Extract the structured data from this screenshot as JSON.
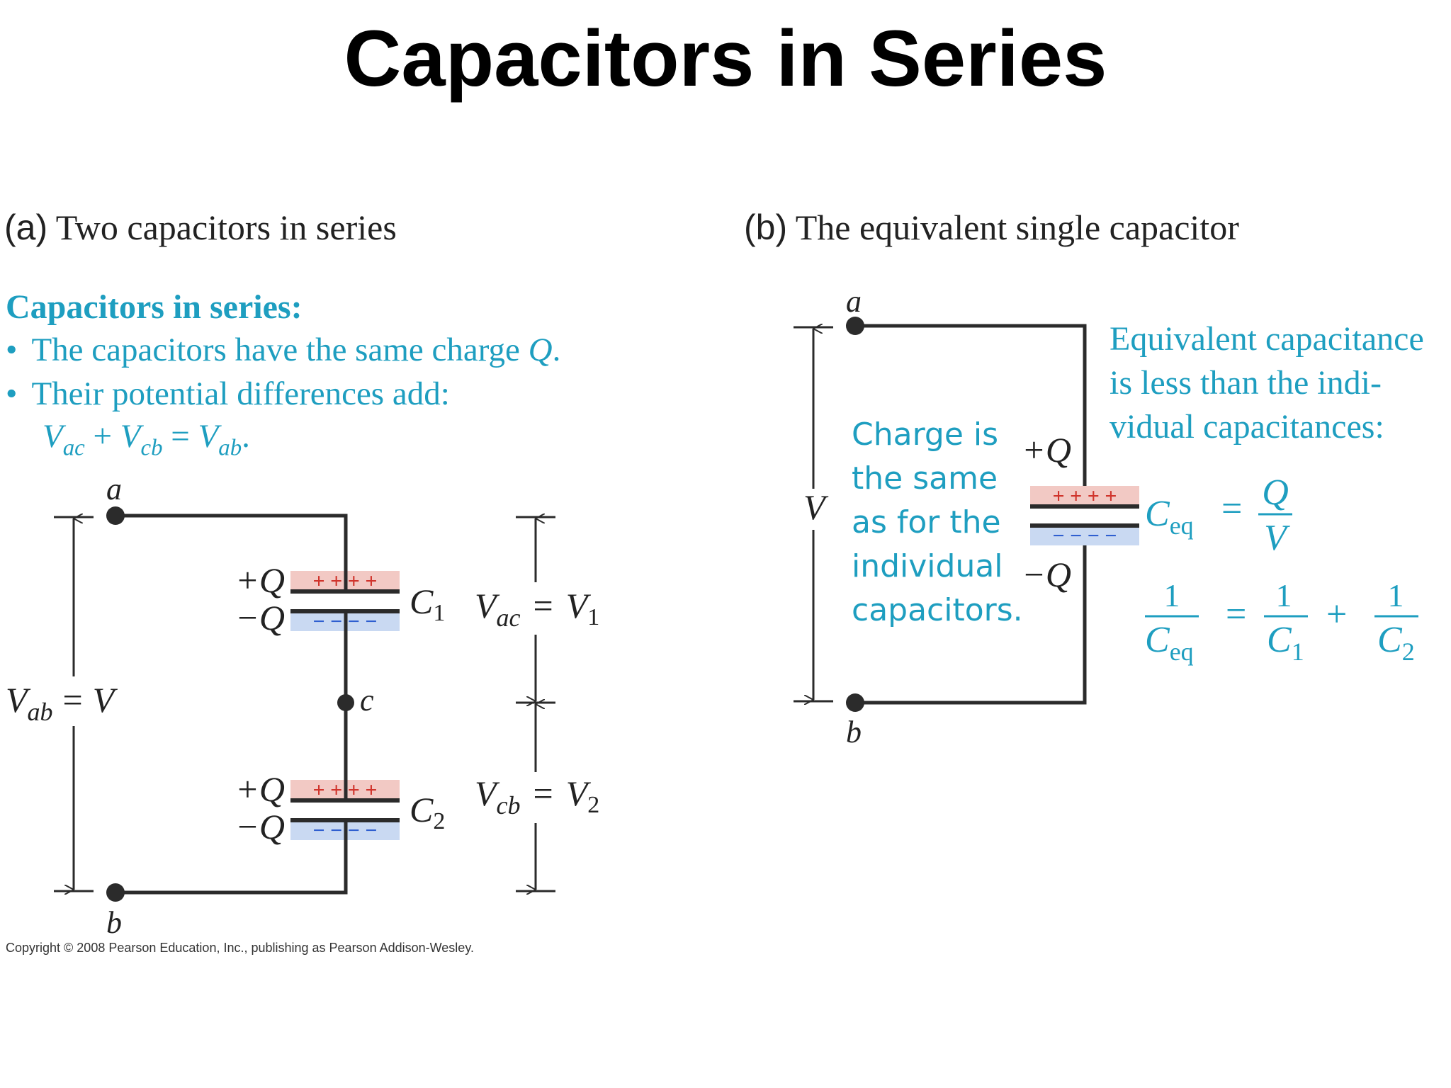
{
  "slide": {
    "title": "Capacitors in Series"
  },
  "panel_a": {
    "tag": "(a)",
    "caption": "Two capacitors in series",
    "notes": {
      "heading": "Capacitors in series:",
      "bullet1_text": "The capacitors have the same charge ",
      "bullet1_var": "Q",
      "bullet1_end": ".",
      "bullet2_text": "Their potential differences add:",
      "sum_eq": {
        "v1": "V",
        "s1": "ac",
        "plus": "+",
        "v2": "V",
        "s2": "cb",
        "eq": "=",
        "v3": "V",
        "s3": "ab",
        "end": "."
      }
    },
    "node_a": "a",
    "node_b": "b",
    "node_c": "c",
    "plus_q": "+Q",
    "minus_q": "−Q",
    "plus_signs": "+ + + +",
    "minus_signs": "− − − −",
    "c1": {
      "sym": "C",
      "sub": "1"
    },
    "c2": {
      "sym": "C",
      "sub": "2"
    },
    "vab": {
      "sym": "V",
      "sub": "ab",
      "eq": "=",
      "rhs": "V"
    },
    "vac": {
      "sym": "V",
      "sub": "ac",
      "eq": "=",
      "rhs": "V",
      "rhs_sub": "1"
    },
    "vcb": {
      "sym": "V",
      "sub": "cb",
      "eq": "=",
      "rhs": "V",
      "rhs_sub": "2"
    },
    "copyright": "Copyright © 2008 Pearson Education, Inc., publishing as Pearson Addison-Wesley."
  },
  "panel_b": {
    "tag": "(b)",
    "caption": "The equivalent single capacitor",
    "node_a": "a",
    "node_b": "b",
    "v_label": "V",
    "plus_q": "+Q",
    "minus_q": "−Q",
    "plus_signs": "+ + + +",
    "minus_signs": "− − − −",
    "charge_note": [
      "Charge is",
      "the same",
      "as for the",
      "individual",
      "capacitors."
    ],
    "equiv_note": [
      "Equivalent capacitance",
      "is less than the indi-",
      "vidual capacitances:"
    ],
    "ceq_formula": {
      "lhs": "C",
      "lhs_sub": "eq",
      "eq": "=",
      "num": "Q",
      "den": "V"
    },
    "recip_formula": {
      "one": "1",
      "ceq": "C",
      "ceq_sub": "eq",
      "eq": "=",
      "c1": "C",
      "c1_sub": "1",
      "plus": "+",
      "c2": "C",
      "c2_sub": "2"
    }
  },
  "colors": {
    "accent_teal": "#1e9ec0",
    "plus_plate": "#f2c9c4",
    "minus_plate": "#c9d9f2",
    "plus_sign": "#d0342c",
    "minus_sign": "#2f5fd0",
    "wire": "#2b2b2b"
  }
}
